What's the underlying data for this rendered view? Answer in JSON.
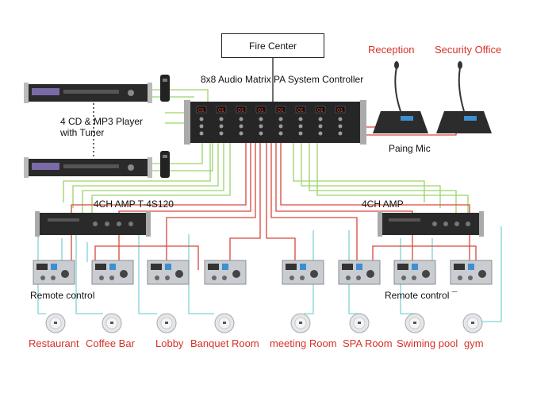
{
  "colors": {
    "wire_green": "#9bd36a",
    "wire_red": "#d9463c",
    "wire_cyan": "#7fd2d6",
    "wire_dark": "#222222",
    "room_label": "#d6322a",
    "device_dark": "#2a2a2a",
    "panel_light": "#c9ccd0"
  },
  "labels": {
    "fire_center": "Fire Center",
    "controller": "8x8 Audio Matrix PA System Controller",
    "player_line1": "4 CD & MP3 Player",
    "player_line2": "with Tuner",
    "amp_left": "4CH AMP T-4S120",
    "amp_right": "4CH AMP",
    "reception": "Reception",
    "security": "Security Office",
    "paging_mic": "Paing Mic",
    "remote_left": "Remote control",
    "remote_right": "Remote control ¯"
  },
  "rooms": [
    "Restaurant",
    "Coffee Bar",
    "Lobby",
    "Banquet Room",
    "meeting Room",
    "SPA Room",
    "Swiming pool",
    "gym"
  ],
  "icons": [
    "rack-player-icon",
    "remote-handset-icon",
    "matrix-controller-icon",
    "amplifier-icon",
    "paging-mic-icon",
    "wall-remote-panel-icon",
    "ceiling-speaker-icon"
  ]
}
